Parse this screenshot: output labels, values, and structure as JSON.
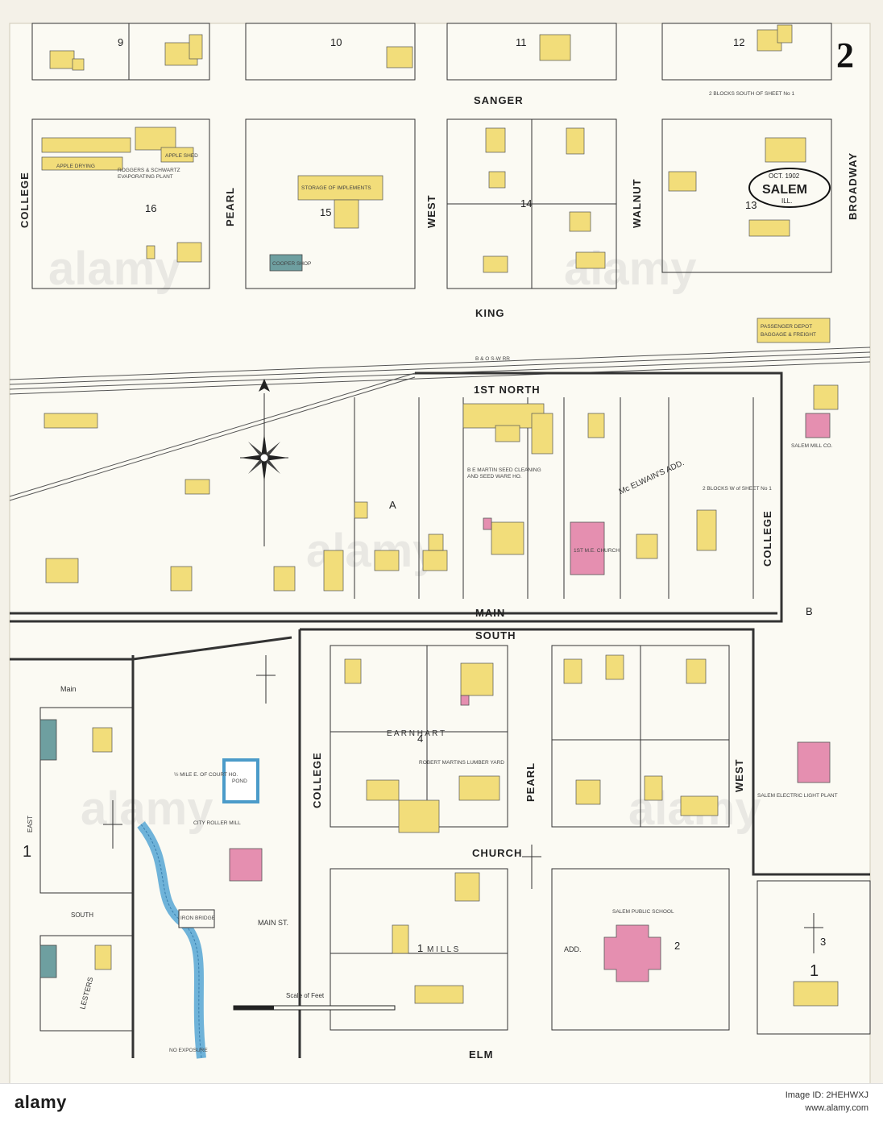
{
  "map": {
    "sheet_number": "2",
    "title_box": {
      "date": "OCT. 1902",
      "city": "SALEM",
      "state": "ILL."
    },
    "streets": {
      "sanger": "SANGER",
      "king": "KING",
      "first_north": "1ST NORTH",
      "main": "MAIN",
      "south": "SOUTH",
      "church": "CHURCH",
      "elm": "ELM",
      "college_top": "COLLEGE",
      "pearl_top": "PEARL",
      "west_top": "WEST",
      "walnut": "WALNUT",
      "broadway": "BROADWAY",
      "college_mid": "COLLEGE",
      "college_low": "COLLEGE",
      "pearl_low": "PEARL",
      "west_low": "WEST",
      "main_st": "MAIN ST.",
      "main_small": "Main",
      "south_small": "SOUTH",
      "east": "EAST"
    },
    "labels": {
      "rodgers": "ROGGERS & SCHWARTZ",
      "evaporating": "EVAPORATING PLANT",
      "apple_drying": "APPLE DRYING",
      "apple_shed": "APPLE SHED",
      "storage": "STORAGE OF IMPLEMENTS",
      "cooper": "COOPER SHOP",
      "passenger": "PASSENGER DEPOT",
      "baggage": "BAGGAGE & FREIGHT",
      "railroad": "B & O S-W RR",
      "seed": "B E MARTIN SEED CLEANING",
      "seed2": "AND SEED WARE HO.",
      "mcelwain": "Mc ELWAIN'S ADD.",
      "church_me": "1ST M.E. CHURCH",
      "mill_co": "SALEM MILL CO.",
      "lumber": "ROBERT MARTINS LUMBER YARD",
      "earnhart": "E A R N H A R T",
      "light_plant": "SALEM ELECTRIC LIGHT PLANT",
      "roller_mill": "CITY ROLLER MILL",
      "pond": "POND",
      "iron_bridge": "IRON BRIDGE",
      "school": "SALEM PUBLIC SCHOOL",
      "mills": "M I L L S",
      "add": "ADD.",
      "lesters": "LESTERS",
      "scale": "Scale of Feet",
      "half_mile": "½ MILE E. OF COURT HO.",
      "no_exposure": "NO EXPOSURE",
      "two_blocks": "2 BLOCKS SOUTH OF SHEET No 1",
      "two_blocks_w": "2 BLOCKS W of SHEET No 1"
    },
    "block_numbers": [
      "9",
      "10",
      "11",
      "12",
      "16",
      "15",
      "14",
      "13",
      "A",
      "4",
      "1",
      "2",
      "1",
      "3",
      "1",
      "B"
    ],
    "colors": {
      "frame": "#f2dd7a",
      "brick": "#e58fb0",
      "stone": "#6e9fa0",
      "line": "#333333",
      "paper": "#f4f1e8"
    }
  },
  "footer": {
    "brand": "alamy",
    "image_id": "Image ID: 2HEHWXJ",
    "url": "www.alamy.com"
  }
}
